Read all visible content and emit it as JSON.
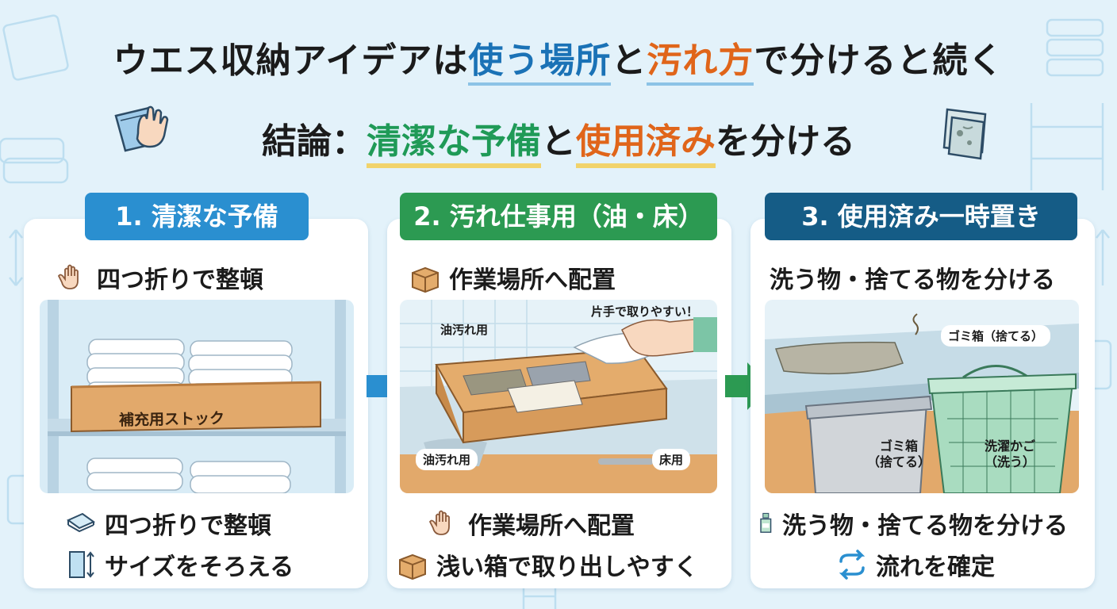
{
  "title": {
    "part1": "ウエス収納アイデアは",
    "highlight1": "使う場所",
    "part2": "と",
    "highlight2": "汚れ方",
    "part3": "で分けると続く"
  },
  "subtitle": {
    "part1": "結論：",
    "highlight1": "清潔な予備",
    "part2": "と",
    "highlight2": "使用済み",
    "part3": "を分ける"
  },
  "panels": [
    {
      "tag": "1. 清潔な予備",
      "head": "四つ折りで整頓",
      "scene_labels": [
        "補充用ストック"
      ],
      "lines": [
        "四つ折りで整頓",
        "サイズをそろえる"
      ]
    },
    {
      "tag": "2. 汚れ仕事用（油・床）",
      "head": "作業場所へ配置",
      "scene_labels": [
        "片手で取りやすい！",
        "油汚れ用",
        "油汚れ用",
        "床用"
      ],
      "lines": [
        "作業場所へ配置",
        "浅い箱で取り出しやすく"
      ]
    },
    {
      "tag": "3. 使用済み一時置き",
      "head": "洗う物・捨てる物を分ける",
      "scene_labels": [
        "ゴミ箱（捨てる）",
        "ゴミ箱",
        "（捨てる）",
        "洗濯かご",
        "（洗う）"
      ],
      "lines": [
        "洗う物・捨てる物を分ける",
        "流れを確定"
      ]
    }
  ],
  "colors": {
    "background": "#e3f2fa",
    "blue": "#1a72b6",
    "orange": "#e0651a",
    "green": "#1f9a57",
    "tag1": "#2a8fd0",
    "tag2": "#2c9a52",
    "tag3": "#155c86",
    "arrow_blue": "#2a8fd0",
    "arrow_green": "#2c9a52"
  },
  "icons": {
    "title_left": "hand-wiping-cloth-icon",
    "title_right": "dirty-rag-icon",
    "panel1_head": "hand-icon",
    "panel1_line1": "folded-towel-icon",
    "panel1_line2": "size-ruler-icon",
    "panel2_head": "cardboard-box-icon",
    "panel2_line1": "hand-icon",
    "panel2_line2": "cardboard-box-icon",
    "panel3_line1": "detergent-bottle-icon",
    "panel3_line2": "cycle-arrow-icon"
  }
}
